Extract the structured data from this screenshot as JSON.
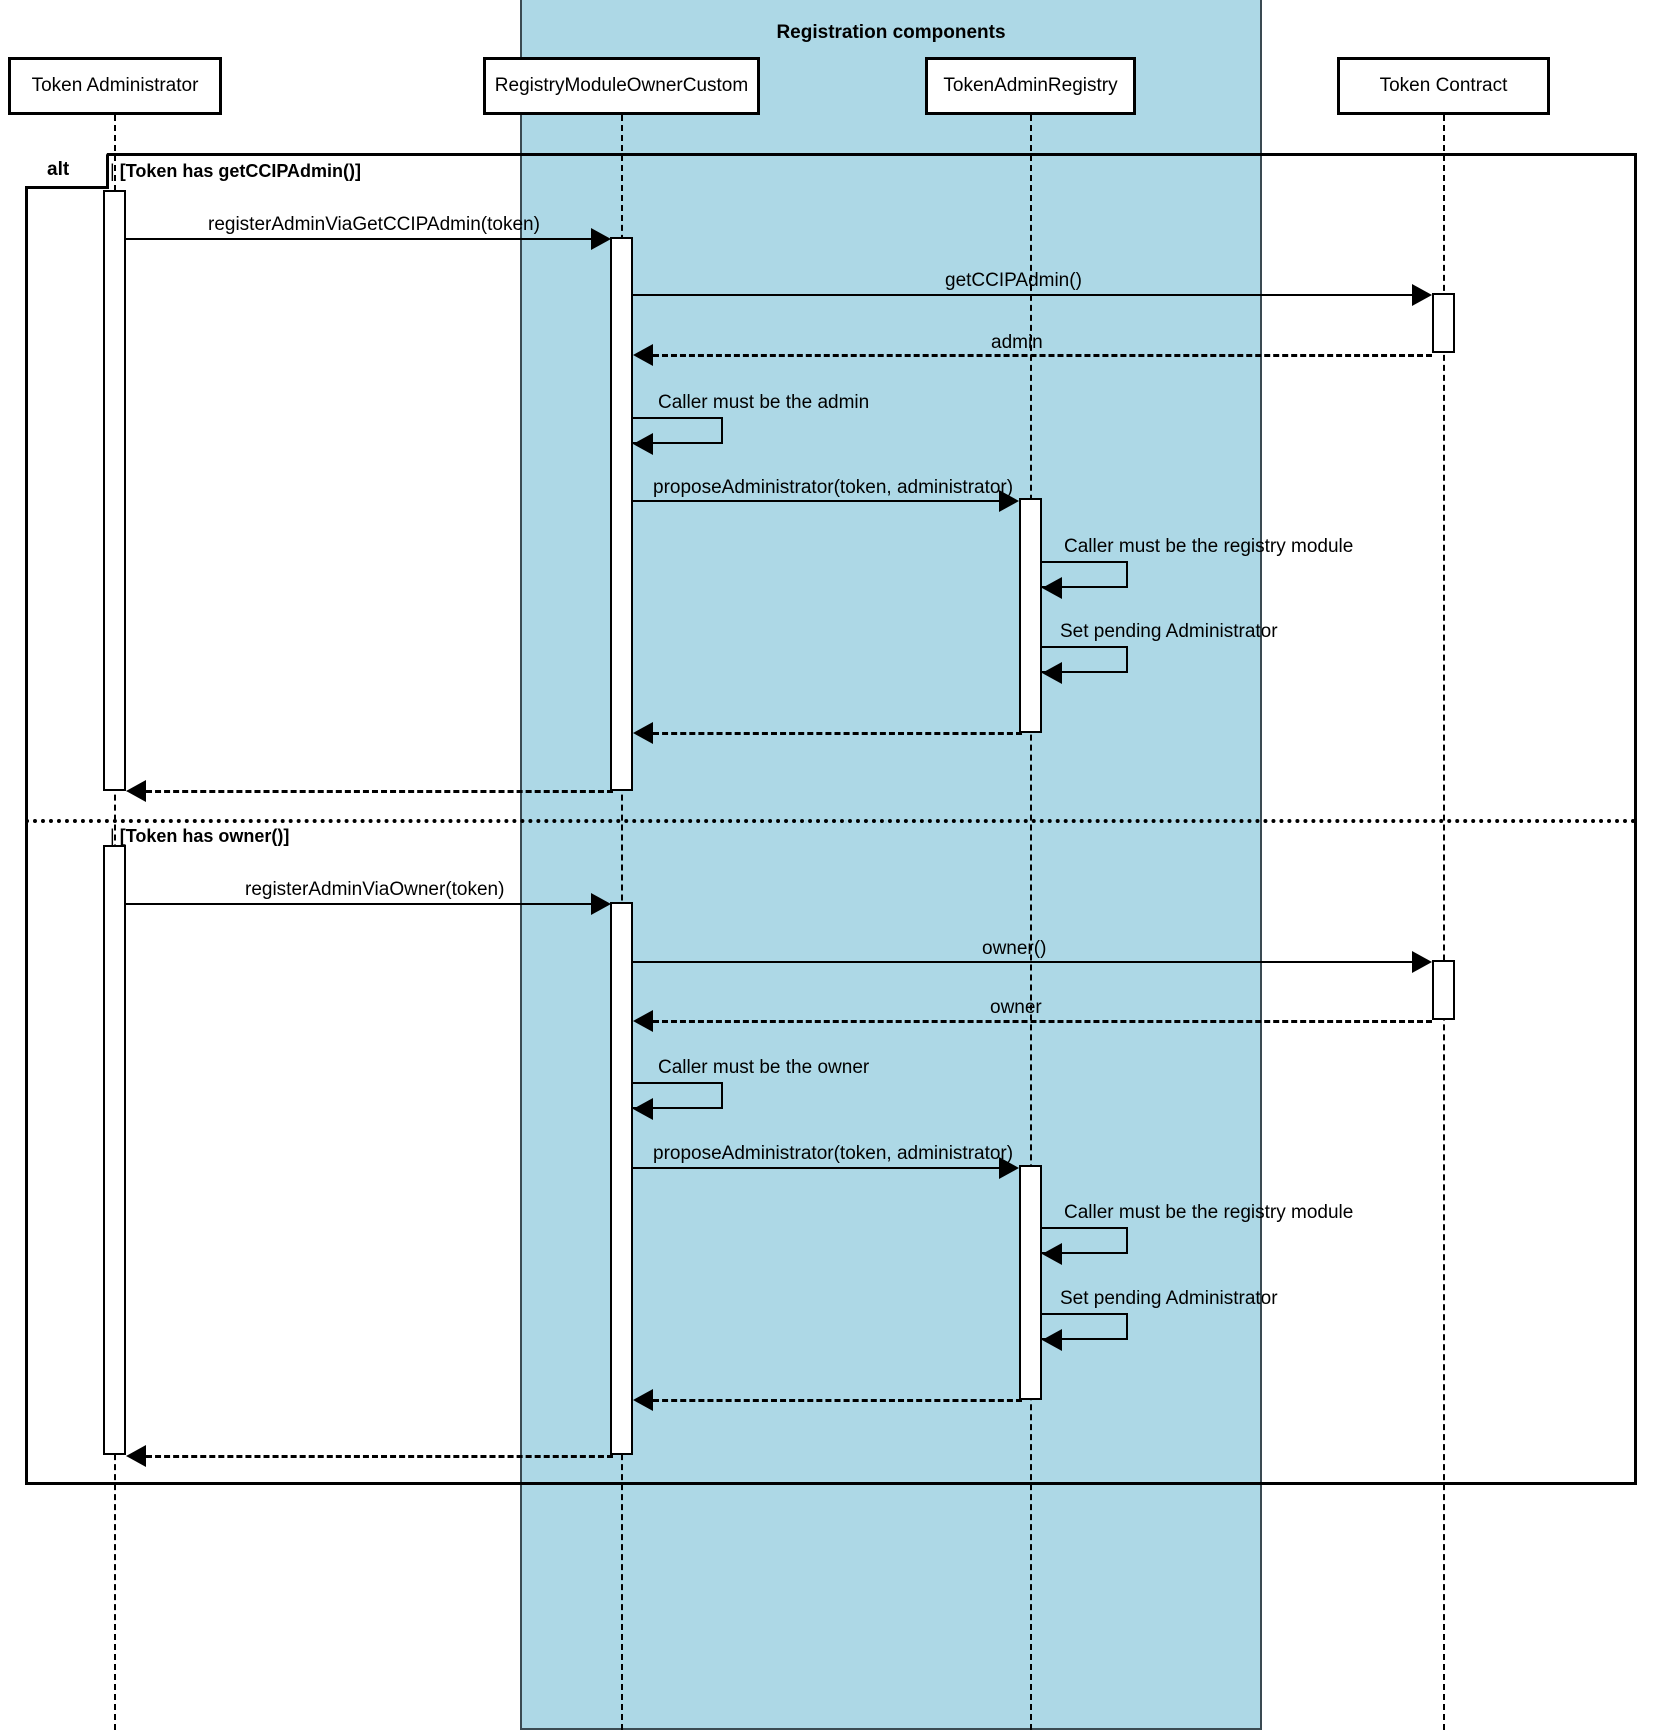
{
  "diagram": {
    "type": "uml-sequence-diagram",
    "group": {
      "title": "Registration components",
      "color": "#ADD8E6"
    },
    "participants": [
      {
        "id": "admin",
        "label": "Token Administrator"
      },
      {
        "id": "registry",
        "label": "RegistryModuleOwnerCustom"
      },
      {
        "id": "tar",
        "label": "TokenAdminRegistry"
      },
      {
        "id": "token",
        "label": "Token Contract"
      }
    ],
    "fragment": {
      "operator": "alt",
      "conditions": [
        "[Token has getCCIPAdmin()]",
        "[Token has owner()]"
      ]
    },
    "messages": [
      {
        "label": "registerAdminViaGetCCIPAdmin(token)",
        "kind": "call"
      },
      {
        "label": "getCCIPAdmin()",
        "kind": "call"
      },
      {
        "label": "admin",
        "kind": "return"
      },
      {
        "label": "Caller must be the admin",
        "kind": "self"
      },
      {
        "label": "proposeAdministrator(token, administrator)",
        "kind": "call"
      },
      {
        "label": "Caller must be the registry module",
        "kind": "self"
      },
      {
        "label": "Set pending Administrator",
        "kind": "self"
      },
      {
        "label": "registerAdminViaOwner(token)",
        "kind": "call"
      },
      {
        "label": "owner()",
        "kind": "call"
      },
      {
        "label": "owner",
        "kind": "return"
      },
      {
        "label": "Caller must be the owner",
        "kind": "self"
      },
      {
        "label": "proposeAdministrator(token, administrator)",
        "kind": "call"
      },
      {
        "label": "Caller must be the registry module",
        "kind": "self"
      },
      {
        "label": "Set pending Administrator",
        "kind": "self"
      }
    ]
  }
}
